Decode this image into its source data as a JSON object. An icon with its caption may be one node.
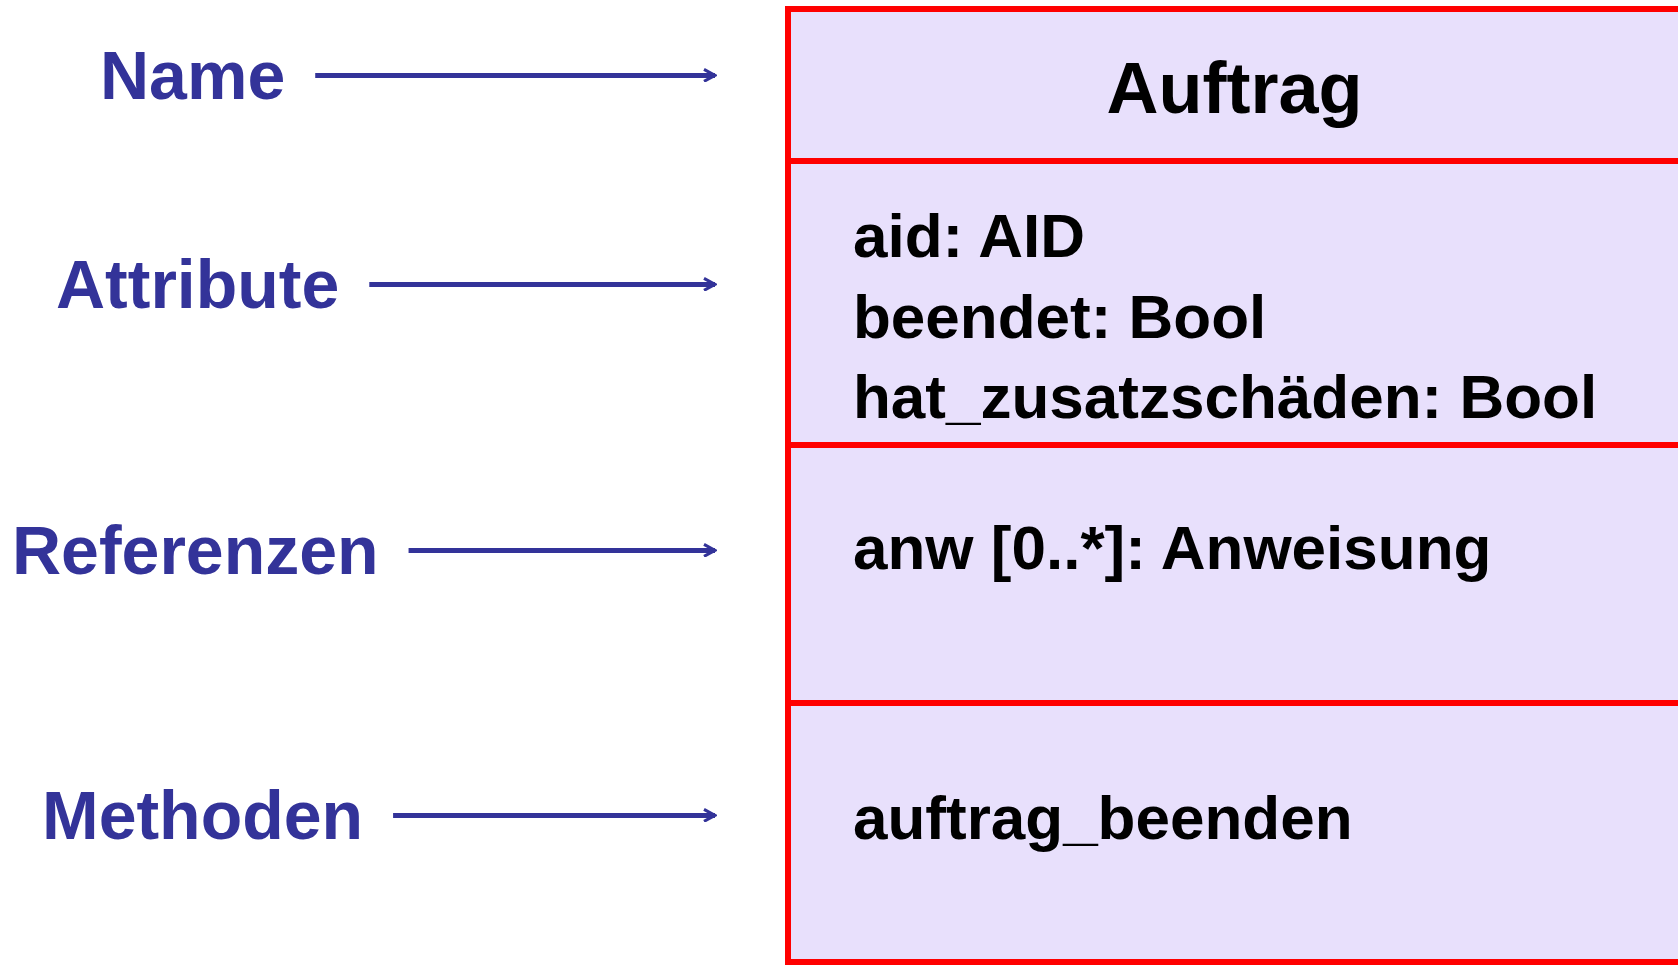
{
  "diagram": {
    "nodes": [
      {
        "text": [
          "Name"
        ]
      },
      {
        "text": [
          "Attribute"
        ]
      },
      {
        "text": [
          "Referenzen"
        ]
      },
      {
        "text": [
          "Methoden"
        ]
      },
      {
        "text": [
          "Auftrag"
        ]
      },
      {
        "text": [
          "aid: AID",
          "beendet: Bool",
          "hat_zusatzschäden: Bool"
        ]
      },
      {
        "text": [
          "anw [0..*]: Anweisung"
        ]
      },
      {
        "text": [
          "auftrag_beenden"
        ]
      }
    ],
    "edges": [
      {
        "from": 0,
        "to": 4,
        "arrow": "to"
      },
      {
        "from": 1,
        "to": 5,
        "arrow": "to"
      },
      {
        "from": 2,
        "to": 6,
        "arrow": "to"
      },
      {
        "from": 3,
        "to": 7,
        "arrow": "to"
      }
    ]
  }
}
